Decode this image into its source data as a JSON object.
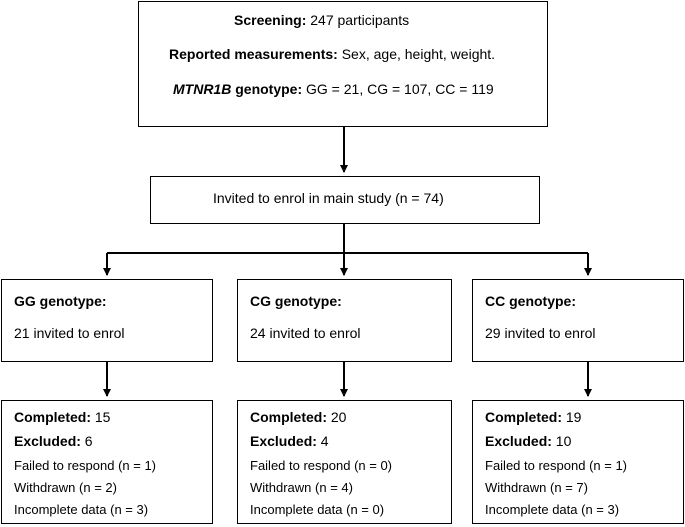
{
  "screening": {
    "label": "Screening:",
    "text": " 247 participants",
    "measurements_label": "Reported measurements:",
    "measurements_text": " Sex, age, height, weight.",
    "gene": "MTNR1B",
    "genotype_label": " genotype:",
    "genotype_text": " GG = 21, CG = 107, CC = 119"
  },
  "invited": {
    "text": "Invited to enrol in main study (n = 74)"
  },
  "groups": [
    {
      "title": "GG genotype:",
      "invited": "21 invited to enrol",
      "completed_label": "Completed:",
      "completed": " 15",
      "excluded_label": "Excluded:",
      "excluded": " 6",
      "failed": "Failed to respond (n = 1)",
      "withdrawn": "Withdrawn (n = 2)",
      "incomplete": "Incomplete data (n = 3)"
    },
    {
      "title": "CG genotype:",
      "invited": "24 invited to enrol",
      "completed_label": "Completed:",
      "completed": " 20",
      "excluded_label": "Excluded:",
      "excluded": " 4",
      "failed": "Failed to respond (n = 0)",
      "withdrawn": "Withdrawn (n = 4)",
      "incomplete": "Incomplete data (n = 0)"
    },
    {
      "title": "CC genotype:",
      "invited": "29 invited to enrol",
      "completed_label": "Completed:",
      "completed": " 19",
      "excluded_label": "Excluded:",
      "excluded": " 10",
      "failed": "Failed to respond (n = 1)",
      "withdrawn": "Withdrawn (n = 7)",
      "incomplete": "Incomplete data (n = 3)"
    }
  ]
}
